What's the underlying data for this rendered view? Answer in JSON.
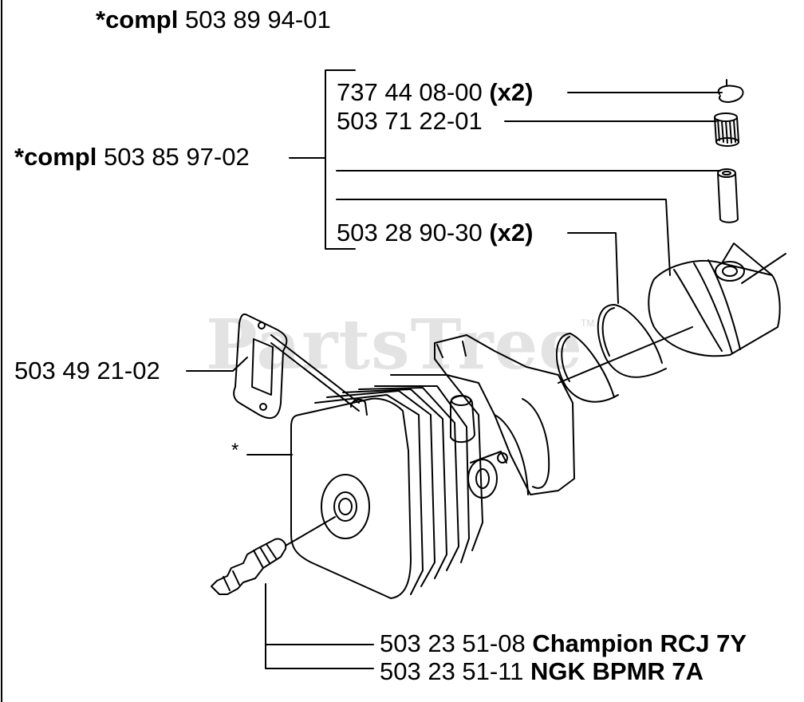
{
  "watermark": {
    "text": "PartsTree",
    "tm": "TM"
  },
  "labels": {
    "compl_top": {
      "prefix": "*compl",
      "number": "503 89 94-01"
    },
    "compl_piston": {
      "prefix": "*compl",
      "number": "503 85 97-02"
    },
    "circlip": {
      "number": "737 44 08-00",
      "qty": "(x2)"
    },
    "bearing": {
      "number": "503 71 22-01"
    },
    "rings": {
      "number": "503 28 90-30",
      "qty": "(x2)"
    },
    "gasket": {
      "number": "503 49 21-02"
    },
    "cylinder_marker": "*",
    "plug_champion": {
      "number": "503 23 51-08",
      "name": "Champion RCJ 7Y"
    },
    "plug_ngk": {
      "number": "503 23 51-11",
      "name": "NGK BPMR 7A"
    }
  }
}
